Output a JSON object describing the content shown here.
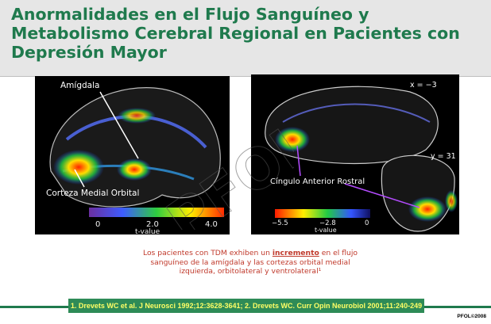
{
  "title": "Anormalidades en el Flujo Sanguíneo y Metabolismo Cerebral Regional en Pacientes con Depresión Mayor",
  "left_image": {
    "label_top": "Amígdala",
    "label_bottom": "Corteza Medial Orbital",
    "scale_ticks": [
      "0",
      "2.0",
      "4.0"
    ],
    "scale_label": "t-value"
  },
  "right_image": {
    "label_x": "x = −3",
    "label_y": "y = 31",
    "label_cingulate": "Cíngulo Anterior Rostral",
    "scale_ticks": [
      "−5.5",
      "−2.8",
      "0"
    ],
    "scale_label": "t-value"
  },
  "caption": {
    "part1": "Los pacientes con TDM exhiben un ",
    "emphasis": "incremento",
    "part2": " en el flujo sanguíneo de la amígdala y las cortezas orbital medial izquierda, orbitolateral y ventrolateral¹"
  },
  "references": "1. Drevets WC et al. J Neurosci 1992;12:3628-3641; 2. Drevets WC. Curr Opin Neurobiol 2001;11:240-249",
  "watermark": "PFOL",
  "footer_mark": "PFOL©2008",
  "colors": {
    "title_green": "#1f7a4d",
    "footer_green": "#2e8b57",
    "caption_red": "#c0392b",
    "ref_yellow": "#ffff66"
  }
}
